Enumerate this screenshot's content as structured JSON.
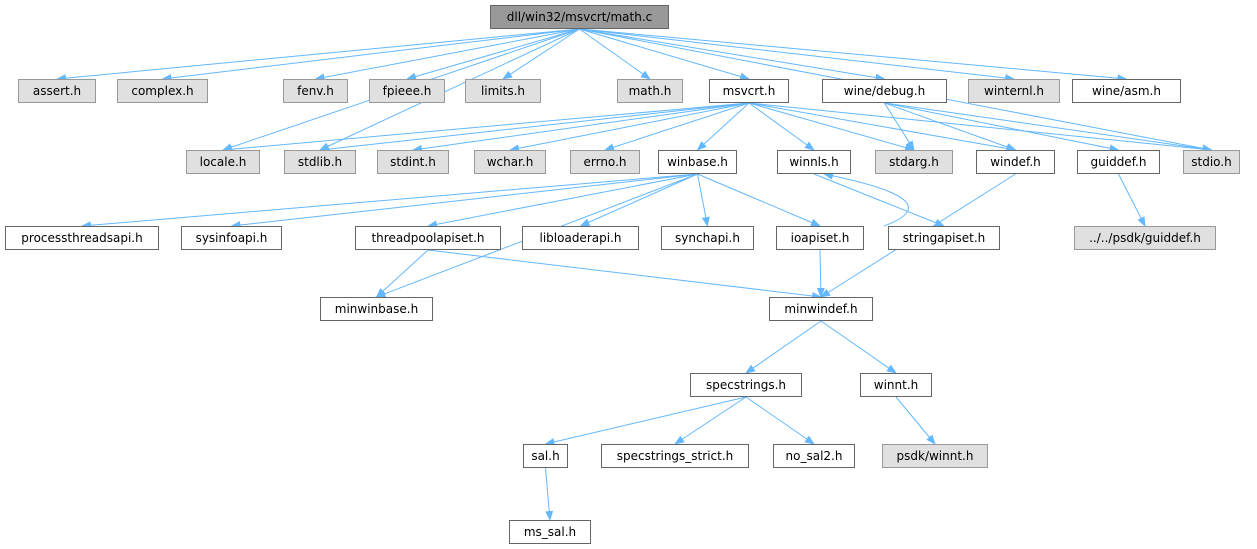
{
  "graph": {
    "root": "dll/win32/msvcrt/math.c",
    "edge_color": "#63b8ff",
    "nodes": [
      {
        "id": "main",
        "label": "dll/win32/msvcrt/math.c",
        "style": "root"
      },
      {
        "id": "assert",
        "label": "assert.h",
        "style": "nodoc"
      },
      {
        "id": "complex",
        "label": "complex.h",
        "style": "nodoc"
      },
      {
        "id": "fenv",
        "label": "fenv.h",
        "style": "nodoc"
      },
      {
        "id": "fpieee",
        "label": "fpieee.h",
        "style": "nodoc"
      },
      {
        "id": "limits",
        "label": "limits.h",
        "style": "nodoc"
      },
      {
        "id": "math",
        "label": "math.h",
        "style": "nodoc"
      },
      {
        "id": "msvcrt",
        "label": "msvcrt.h",
        "style": "doc"
      },
      {
        "id": "winedebug",
        "label": "wine/debug.h",
        "style": "doc"
      },
      {
        "id": "winternl",
        "label": "winternl.h",
        "style": "nodoc"
      },
      {
        "id": "wineasm",
        "label": "wine/asm.h",
        "style": "doc"
      },
      {
        "id": "locale",
        "label": "locale.h",
        "style": "nodoc"
      },
      {
        "id": "stdlib",
        "label": "stdlib.h",
        "style": "nodoc"
      },
      {
        "id": "stdint",
        "label": "stdint.h",
        "style": "nodoc"
      },
      {
        "id": "wchar",
        "label": "wchar.h",
        "style": "nodoc"
      },
      {
        "id": "errno",
        "label": "errno.h",
        "style": "nodoc"
      },
      {
        "id": "winbase",
        "label": "winbase.h",
        "style": "doc"
      },
      {
        "id": "winnls",
        "label": "winnls.h",
        "style": "doc"
      },
      {
        "id": "stdarg",
        "label": "stdarg.h",
        "style": "nodoc"
      },
      {
        "id": "windef",
        "label": "windef.h",
        "style": "doc"
      },
      {
        "id": "guiddef",
        "label": "guiddef.h",
        "style": "doc"
      },
      {
        "id": "stdio",
        "label": "stdio.h",
        "style": "nodoc"
      },
      {
        "id": "processthreadsapi",
        "label": "processthreadsapi.h",
        "style": "doc"
      },
      {
        "id": "sysinfoapi",
        "label": "sysinfoapi.h",
        "style": "doc"
      },
      {
        "id": "threadpoolapiset",
        "label": "threadpoolapiset.h",
        "style": "doc"
      },
      {
        "id": "libloaderapi",
        "label": "libloaderapi.h",
        "style": "doc"
      },
      {
        "id": "synchapi",
        "label": "synchapi.h",
        "style": "doc"
      },
      {
        "id": "ioapiset",
        "label": "ioapiset.h",
        "style": "doc"
      },
      {
        "id": "stringapiset",
        "label": "stringapiset.h",
        "style": "doc"
      },
      {
        "id": "psdkguiddef",
        "label": "../../psdk/guiddef.h",
        "style": "nodoc"
      },
      {
        "id": "minwinbase",
        "label": "minwinbase.h",
        "style": "doc"
      },
      {
        "id": "minwindef",
        "label": "minwindef.h",
        "style": "doc"
      },
      {
        "id": "specstrings",
        "label": "specstrings.h",
        "style": "doc"
      },
      {
        "id": "winnt",
        "label": "winnt.h",
        "style": "doc"
      },
      {
        "id": "sal",
        "label": "sal.h",
        "style": "doc"
      },
      {
        "id": "specstrings_strict",
        "label": "specstrings_strict.h",
        "style": "doc"
      },
      {
        "id": "no_sal2",
        "label": "no_sal2.h",
        "style": "doc"
      },
      {
        "id": "psdkwinnt",
        "label": "psdk/winnt.h",
        "style": "nodoc"
      },
      {
        "id": "ms_sal",
        "label": "ms_sal.h",
        "style": "doc"
      }
    ],
    "edges": [
      [
        "main",
        "assert"
      ],
      [
        "main",
        "complex"
      ],
      [
        "main",
        "fenv"
      ],
      [
        "main",
        "fpieee"
      ],
      [
        "main",
        "limits"
      ],
      [
        "main",
        "math"
      ],
      [
        "main",
        "msvcrt"
      ],
      [
        "main",
        "winedebug"
      ],
      [
        "main",
        "winternl"
      ],
      [
        "main",
        "wineasm"
      ],
      [
        "main",
        "locale"
      ],
      [
        "main",
        "stdlib"
      ],
      [
        "main",
        "stdio"
      ],
      [
        "msvcrt",
        "locale"
      ],
      [
        "msvcrt",
        "stdlib"
      ],
      [
        "msvcrt",
        "stdint"
      ],
      [
        "msvcrt",
        "wchar"
      ],
      [
        "msvcrt",
        "errno"
      ],
      [
        "msvcrt",
        "winbase"
      ],
      [
        "msvcrt",
        "winnls"
      ],
      [
        "msvcrt",
        "stdarg"
      ],
      [
        "msvcrt",
        "windef"
      ],
      [
        "msvcrt",
        "stdio"
      ],
      [
        "winedebug",
        "stdarg"
      ],
      [
        "winedebug",
        "windef"
      ],
      [
        "winedebug",
        "guiddef"
      ],
      [
        "winedebug",
        "stdio"
      ],
      [
        "winbase",
        "processthreadsapi"
      ],
      [
        "winbase",
        "sysinfoapi"
      ],
      [
        "winbase",
        "threadpoolapiset"
      ],
      [
        "winbase",
        "libloaderapi"
      ],
      [
        "winbase",
        "synchapi"
      ],
      [
        "winbase",
        "ioapiset"
      ],
      [
        "winbase",
        "minwinbase"
      ],
      [
        "winnls",
        "stringapiset"
      ],
      [
        "stringapiset",
        "winnls"
      ],
      [
        "windef",
        "minwindef"
      ],
      [
        "guiddef",
        "psdkguiddef"
      ],
      [
        "threadpoolapiset",
        "minwinbase"
      ],
      [
        "threadpoolapiset",
        "minwindef"
      ],
      [
        "ioapiset",
        "minwindef"
      ],
      [
        "minwindef",
        "specstrings"
      ],
      [
        "minwindef",
        "winnt"
      ],
      [
        "specstrings",
        "sal"
      ],
      [
        "specstrings",
        "specstrings_strict"
      ],
      [
        "specstrings",
        "no_sal2"
      ],
      [
        "winnt",
        "psdkwinnt"
      ],
      [
        "sal",
        "ms_sal"
      ]
    ]
  }
}
